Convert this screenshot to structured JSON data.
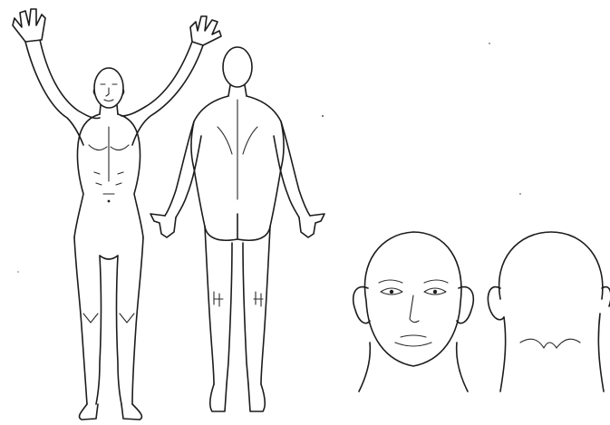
{
  "figure": {
    "views": [
      {
        "id": "body-front",
        "label": ""
      },
      {
        "id": "body-back",
        "label": ""
      },
      {
        "id": "head-front",
        "label": ""
      },
      {
        "id": "head-back",
        "label": ""
      }
    ],
    "colors": {
      "line": "#1c1c1c",
      "background": "#ffffff"
    }
  }
}
